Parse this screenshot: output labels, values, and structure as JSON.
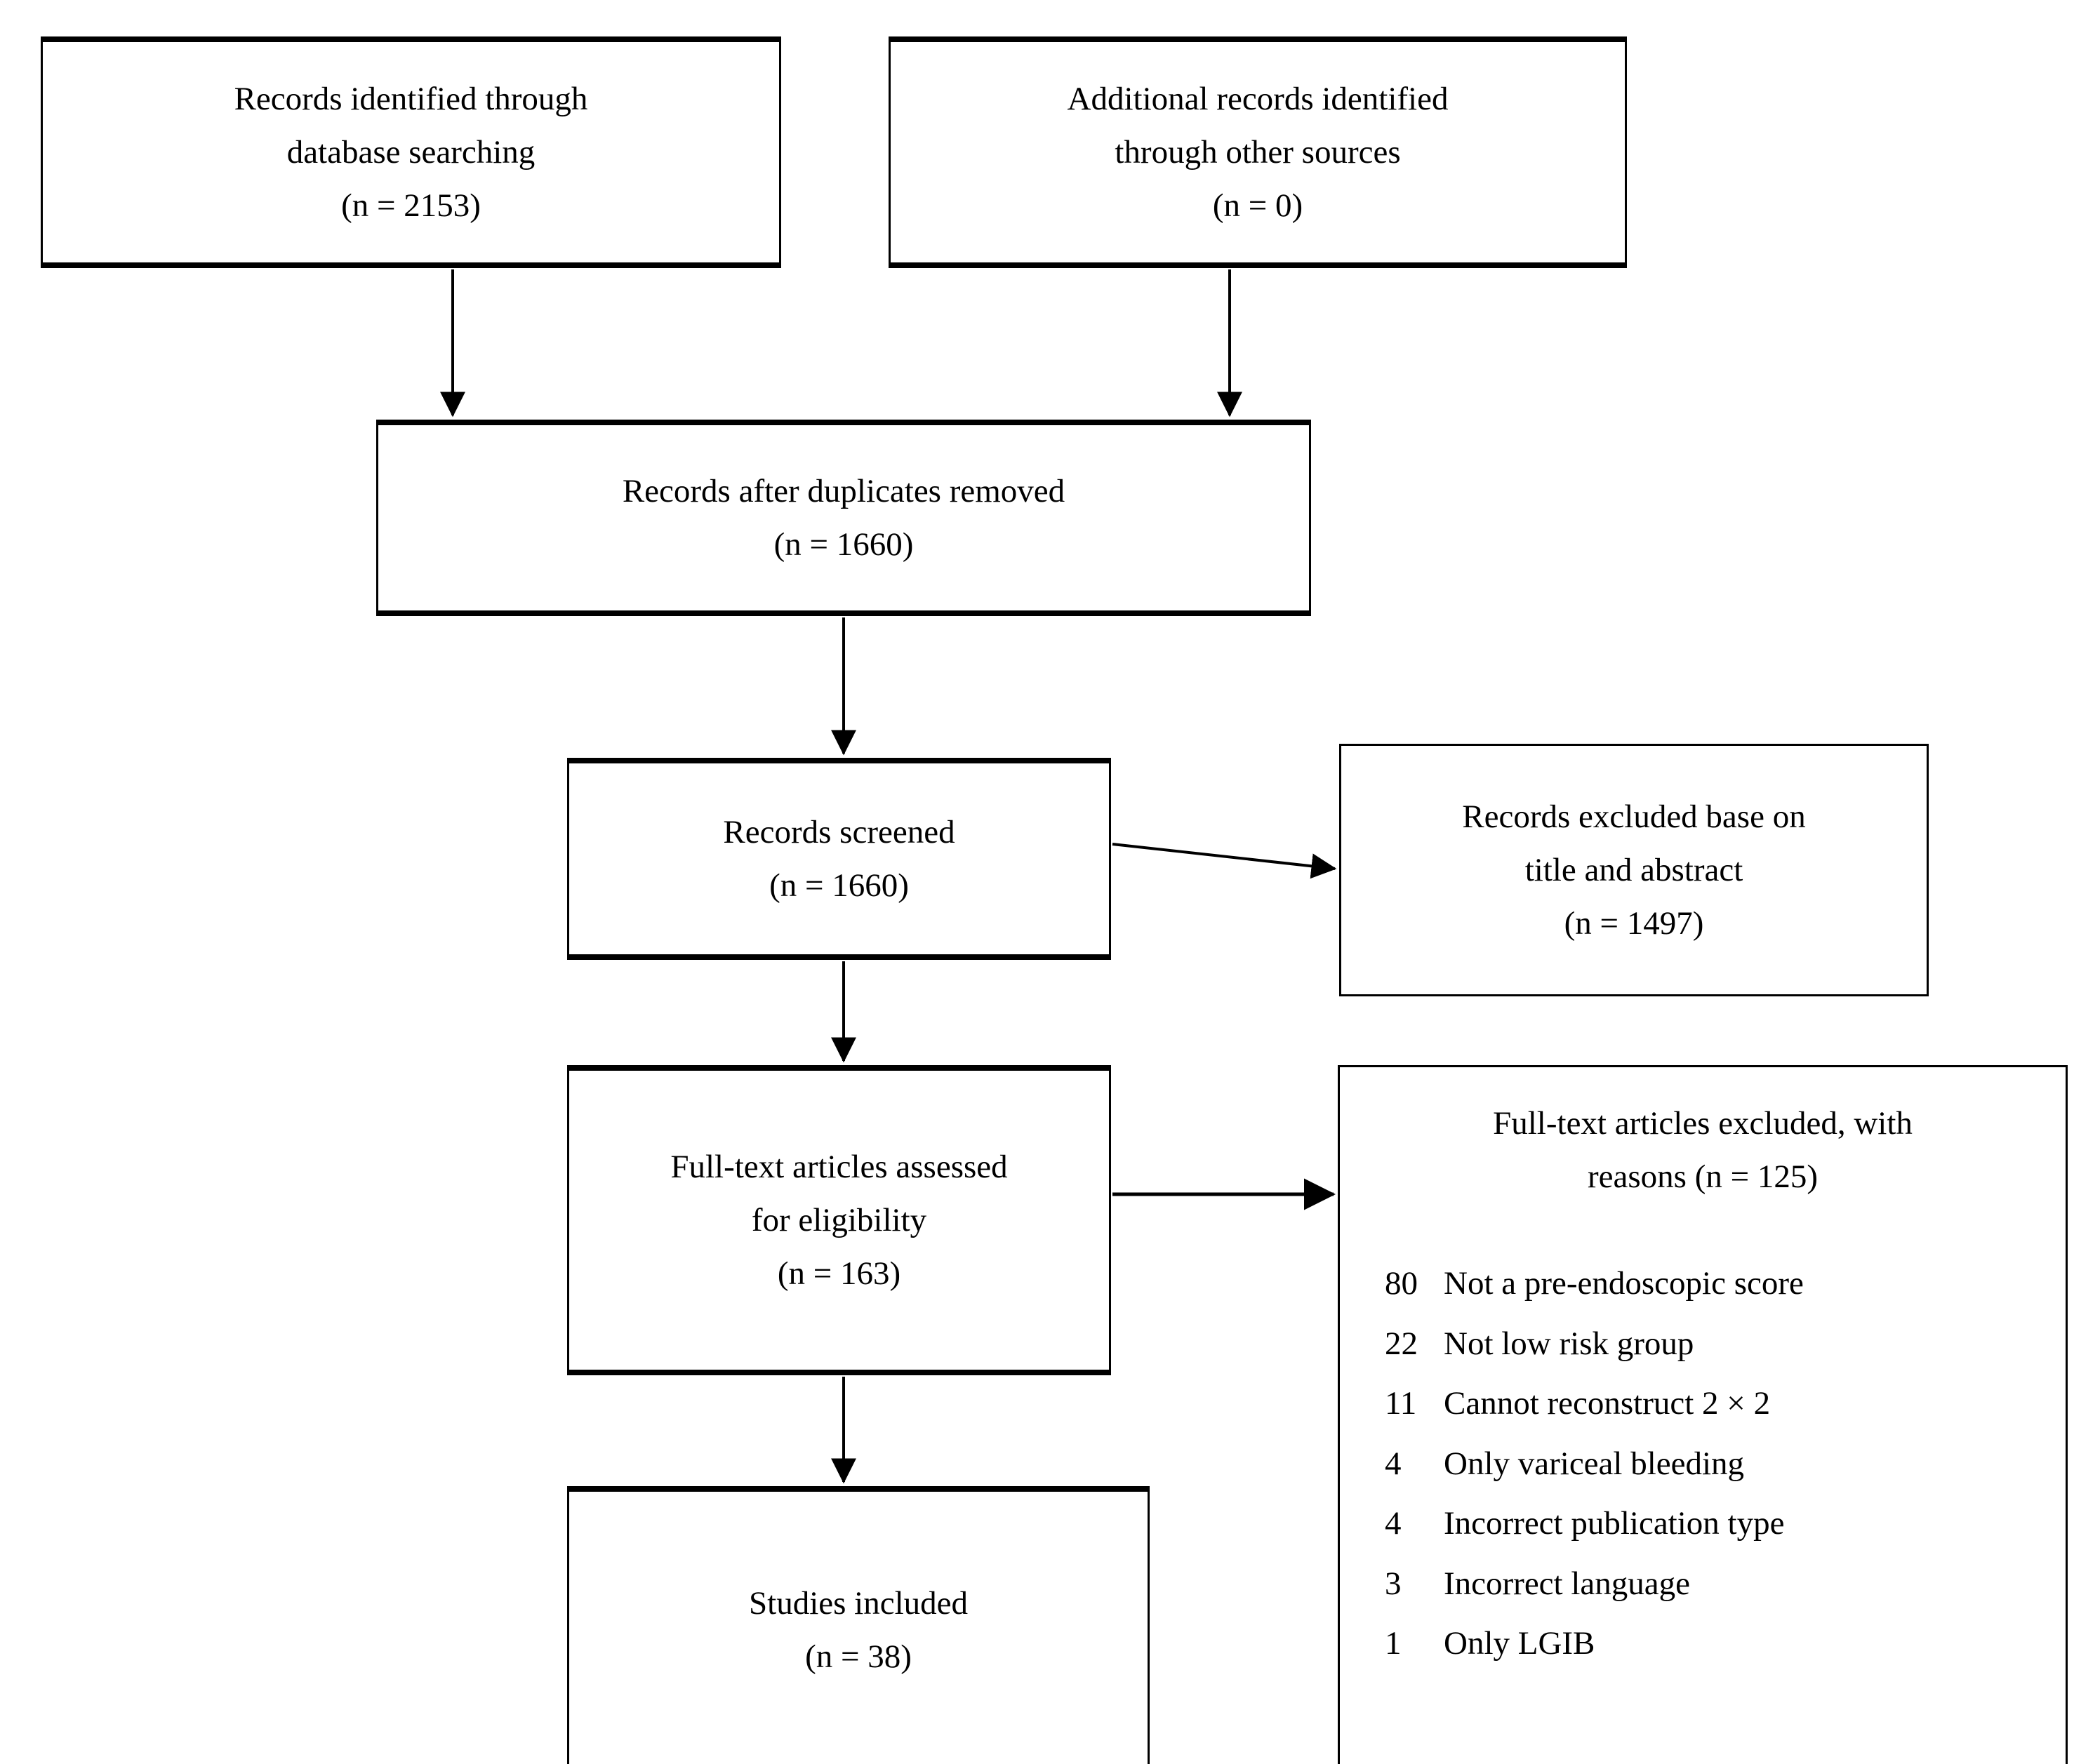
{
  "diagram": {
    "type": "prisma-flow-diagram",
    "title": "PRISMA study selection flow diagram",
    "colors": {
      "stroke": "#000000",
      "background": "#ffffff",
      "text": "#000000"
    },
    "boxes": {
      "db_search": {
        "lines": [
          "Records identified through",
          "database searching",
          "(n = 2153)"
        ],
        "n": 2153
      },
      "other_sources": {
        "lines": [
          "Additional records identified",
          "through other sources",
          "(n = 0)"
        ],
        "n": 0
      },
      "dedup": {
        "lines": [
          "Records after duplicates removed",
          "(n = 1660)"
        ],
        "n": 1660
      },
      "screened": {
        "lines": [
          "Records screened",
          "(n = 1660)"
        ],
        "n": 1660
      },
      "excluded_title_abstract": {
        "lines": [
          "Records excluded base on",
          "title and abstract",
          "(n = 1497)"
        ],
        "n": 1497
      },
      "fulltext_assessed": {
        "lines": [
          "Full-text articles assessed",
          "for eligibility",
          "(n = 163)"
        ],
        "n": 163
      },
      "studies_included": {
        "lines": [
          "Studies included",
          "(n = 38)"
        ],
        "n": 38
      },
      "fulltext_excluded": {
        "title_lines": [
          "Full-text articles excluded, with",
          "reasons (n = 125)"
        ],
        "n": 125,
        "reasons": [
          {
            "count": "80",
            "label": "Not a pre-endoscopic score"
          },
          {
            "count": "22",
            "label": "Not low risk group"
          },
          {
            "count": "11",
            "label": "Cannot reconstruct 2 × 2"
          },
          {
            "count": "4",
            "label": "Only variceal bleeding"
          },
          {
            "count": "4",
            "label": "Incorrect publication type"
          },
          {
            "count": "3",
            "label": "Incorrect language"
          },
          {
            "count": "1",
            "label": "Only LGIB"
          }
        ]
      }
    },
    "connectors": [
      {
        "name": "db-search-to-dedup",
        "from": "db_search",
        "to": "dedup",
        "style": "vertical-arrow"
      },
      {
        "name": "other-sources-to-dedup",
        "from": "other_sources",
        "to": "dedup",
        "style": "vertical-arrow"
      },
      {
        "name": "dedup-to-screened",
        "from": "dedup",
        "to": "screened",
        "style": "vertical-arrow"
      },
      {
        "name": "screened-to-excluded",
        "from": "screened",
        "to": "excluded_title_abstract",
        "style": "diagonal-arrow"
      },
      {
        "name": "screened-to-fulltext",
        "from": "screened",
        "to": "fulltext_assessed",
        "style": "vertical-arrow"
      },
      {
        "name": "fulltext-to-excluded",
        "from": "fulltext_assessed",
        "to": "fulltext_excluded",
        "style": "horizontal-arrow"
      },
      {
        "name": "fulltext-to-included",
        "from": "fulltext_assessed",
        "to": "studies_included",
        "style": "vertical-arrow"
      }
    ]
  }
}
